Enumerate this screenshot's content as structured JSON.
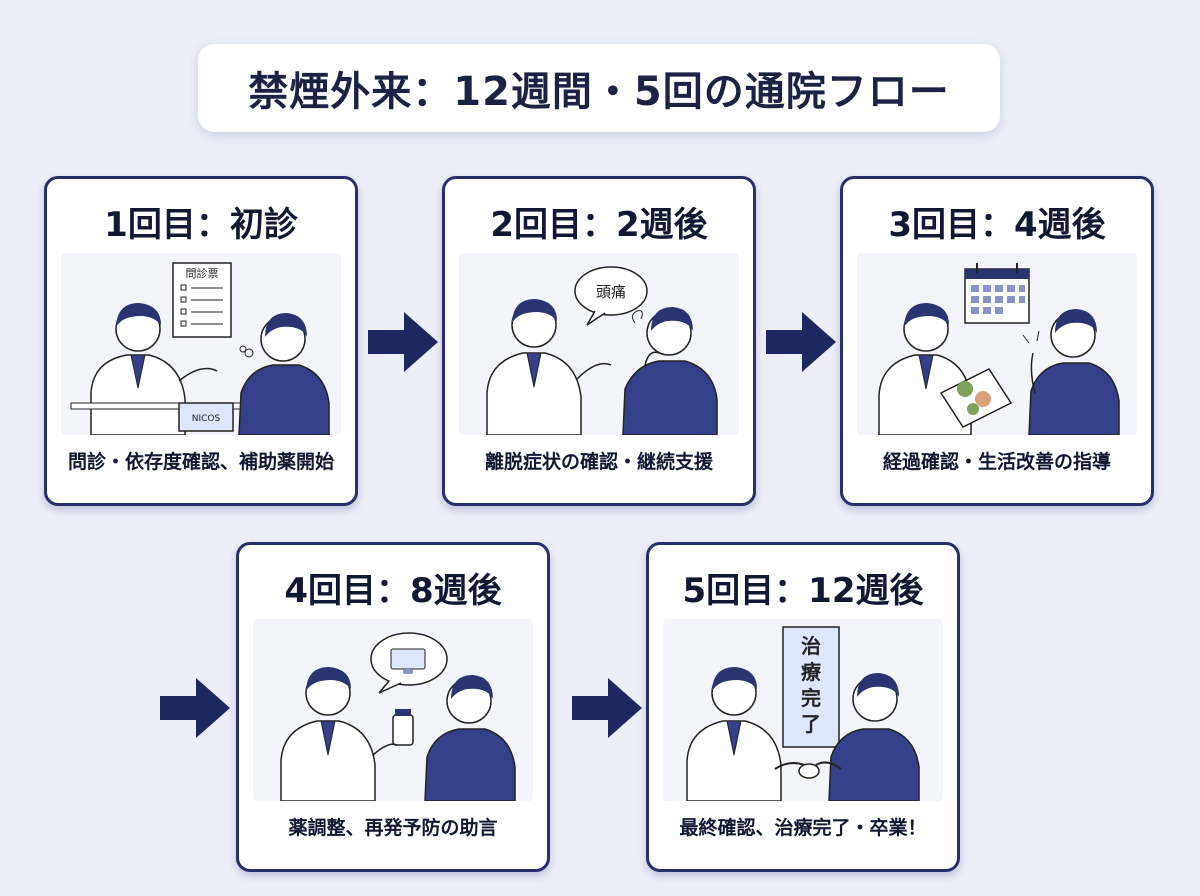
{
  "title": "禁煙外来：12週間・5回の通院フロー",
  "steps": [
    {
      "title": "1回目：初診",
      "caption": "問診・依存度確認、補助薬開始",
      "illustration_text": [
        "問診票",
        "NICOS"
      ]
    },
    {
      "title": "2回目：2週後",
      "caption": "離脱症状の確認・継続支援",
      "illustration_text": [
        "頭痛"
      ]
    },
    {
      "title": "3回目：4週後",
      "caption": "経過確認・生活改善の指導",
      "illustration_text": []
    },
    {
      "title": "4回目：8週後",
      "caption": "薬調整、再発予防の助言",
      "illustration_text": []
    },
    {
      "title": "5回目：12週後",
      "caption": "最終確認、治療完了・卒業！",
      "illustration_text": [
        "治療完了"
      ]
    }
  ],
  "colors": {
    "navy": "#27306a",
    "sweater": "#34418a",
    "hair": "#2a3470",
    "background": "#eceef8"
  }
}
